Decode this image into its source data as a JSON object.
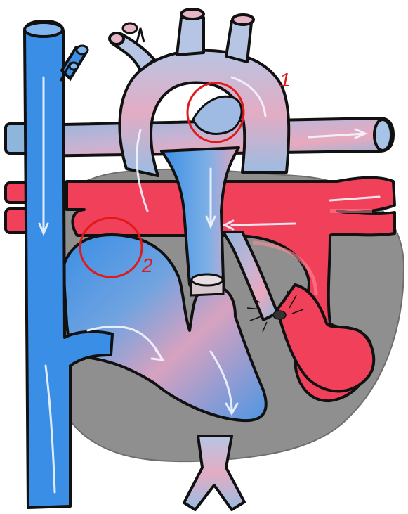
{
  "colors": {
    "background": "#ffffff",
    "heart_shadow": "#8f8f8f",
    "venous_blue": "#3a8ee6",
    "mixed_blue": "#8eb6dd",
    "mixed_pink": "#e9a9bd",
    "arterial_red": "#f0405a",
    "outline": "#111111",
    "annotation_red": "#e01a1a",
    "flow_arrow": "#f2f6ff"
  },
  "annotations": [
    {
      "id": "1",
      "label": "1"
    },
    {
      "id": "2",
      "label": "2"
    }
  ],
  "icons": [
    "flow-arrow-icon",
    "annotation-circle-icon",
    "ligature-band-icon",
    "constriction-icon"
  ]
}
